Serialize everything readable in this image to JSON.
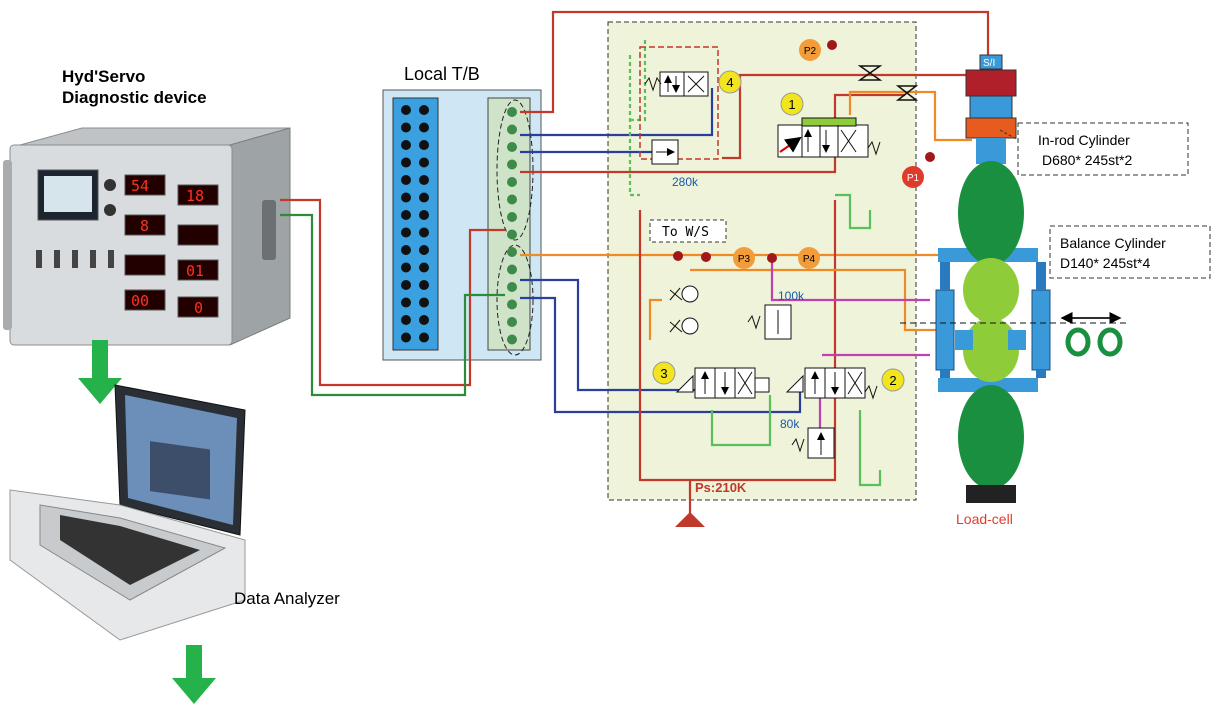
{
  "devices": {
    "hyd_servo_title_line1": "Hyd'Servo",
    "hyd_servo_title_line2": "Diagnostic device",
    "data_analyzer_label": "Data Analyzer",
    "digital_readouts": [
      "54",
      "8",
      "18",
      "01",
      "00",
      "0"
    ]
  },
  "terminal_box": {
    "title": "Local T/B"
  },
  "hydraulic": {
    "to_ws_label": "To W/S",
    "supply_label": "Ps:210K",
    "relief_labels": {
      "r280": "280k",
      "r100": "100k",
      "r80": "80k"
    },
    "valve_numbers": [
      "1",
      "2",
      "3",
      "4"
    ],
    "pressure_points": [
      "P1",
      "P2",
      "P3",
      "P4"
    ]
  },
  "cylinder": {
    "top_label": "S/I",
    "inrod_line1": "In-rod Cylinder",
    "inrod_line2": "D680* 245st*2",
    "balance_line1": "Balance Cylinder",
    "balance_line2": "D140* 245st*4",
    "loadcell_label": "Load-cell"
  },
  "colors": {
    "red_line": "#c0392b",
    "green_line": "#2e8b3a",
    "blue_line": "#2a3f9c",
    "orange_line": "#f08a24",
    "magenta_line": "#c040b0",
    "roll_dark": "#1a8f3f",
    "roll_light": "#8fcc3a",
    "cyl_blue": "#3a9ad9",
    "panel_fill": "#eef3da",
    "tb_fill": "#cfe6f5",
    "arrow_green": "#25b24a",
    "pp_orange": "#f39c3a",
    "valve_yellow": "#f2e51e"
  }
}
